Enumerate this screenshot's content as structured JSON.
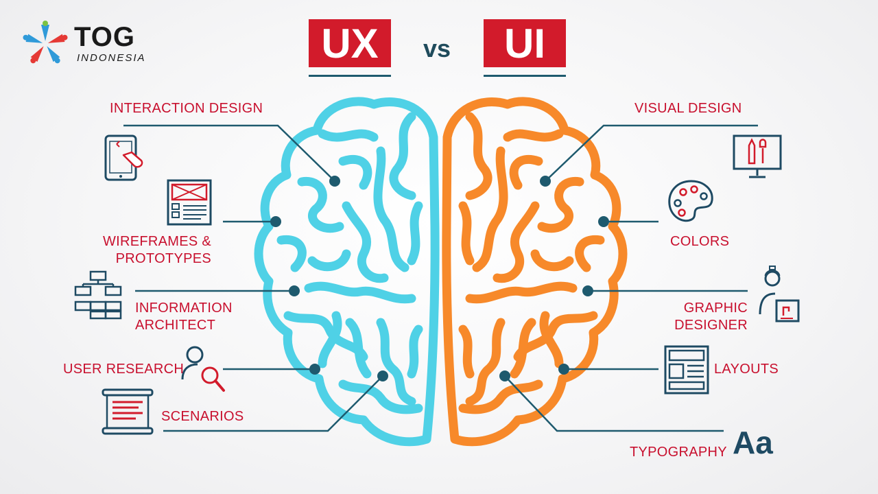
{
  "logo": {
    "name": "TOG",
    "sub": "INDONESIA"
  },
  "title": {
    "left": "UX",
    "vs": "vs",
    "right": "UI"
  },
  "ux_items": [
    {
      "label": "INTERACTION DESIGN",
      "icon": "tablet-touch-icon"
    },
    {
      "label_line1": "WIREFRAMES &",
      "label_line2": "PROTOTYPES",
      "icon": "wireframe-icon"
    },
    {
      "label_line1": "INFORMATION",
      "label_line2": "ARCHITECT",
      "icon": "sitemap-icon"
    },
    {
      "label": "USER RESEARCH",
      "icon": "user-search-icon"
    },
    {
      "label": "SCENARIOS",
      "icon": "scroll-document-icon"
    }
  ],
  "ui_items": [
    {
      "label": "VISUAL DESIGN",
      "icon": "monitor-tools-icon"
    },
    {
      "label": "COLORS",
      "icon": "palette-icon"
    },
    {
      "label_line1": "GRAPHIC",
      "label_line2": "DESIGNER",
      "icon": "designer-icon"
    },
    {
      "label": "LAYOUTS",
      "icon": "layout-icon"
    },
    {
      "label": "TYPOGRAPHY",
      "icon_text": "Aa"
    }
  ],
  "colors": {
    "ux_brain": "#4fd1e6",
    "ui_brain": "#f7892a",
    "accent_red": "#d21b2b",
    "connector": "#1e5a6e",
    "icon_navy": "#1e4a63"
  }
}
